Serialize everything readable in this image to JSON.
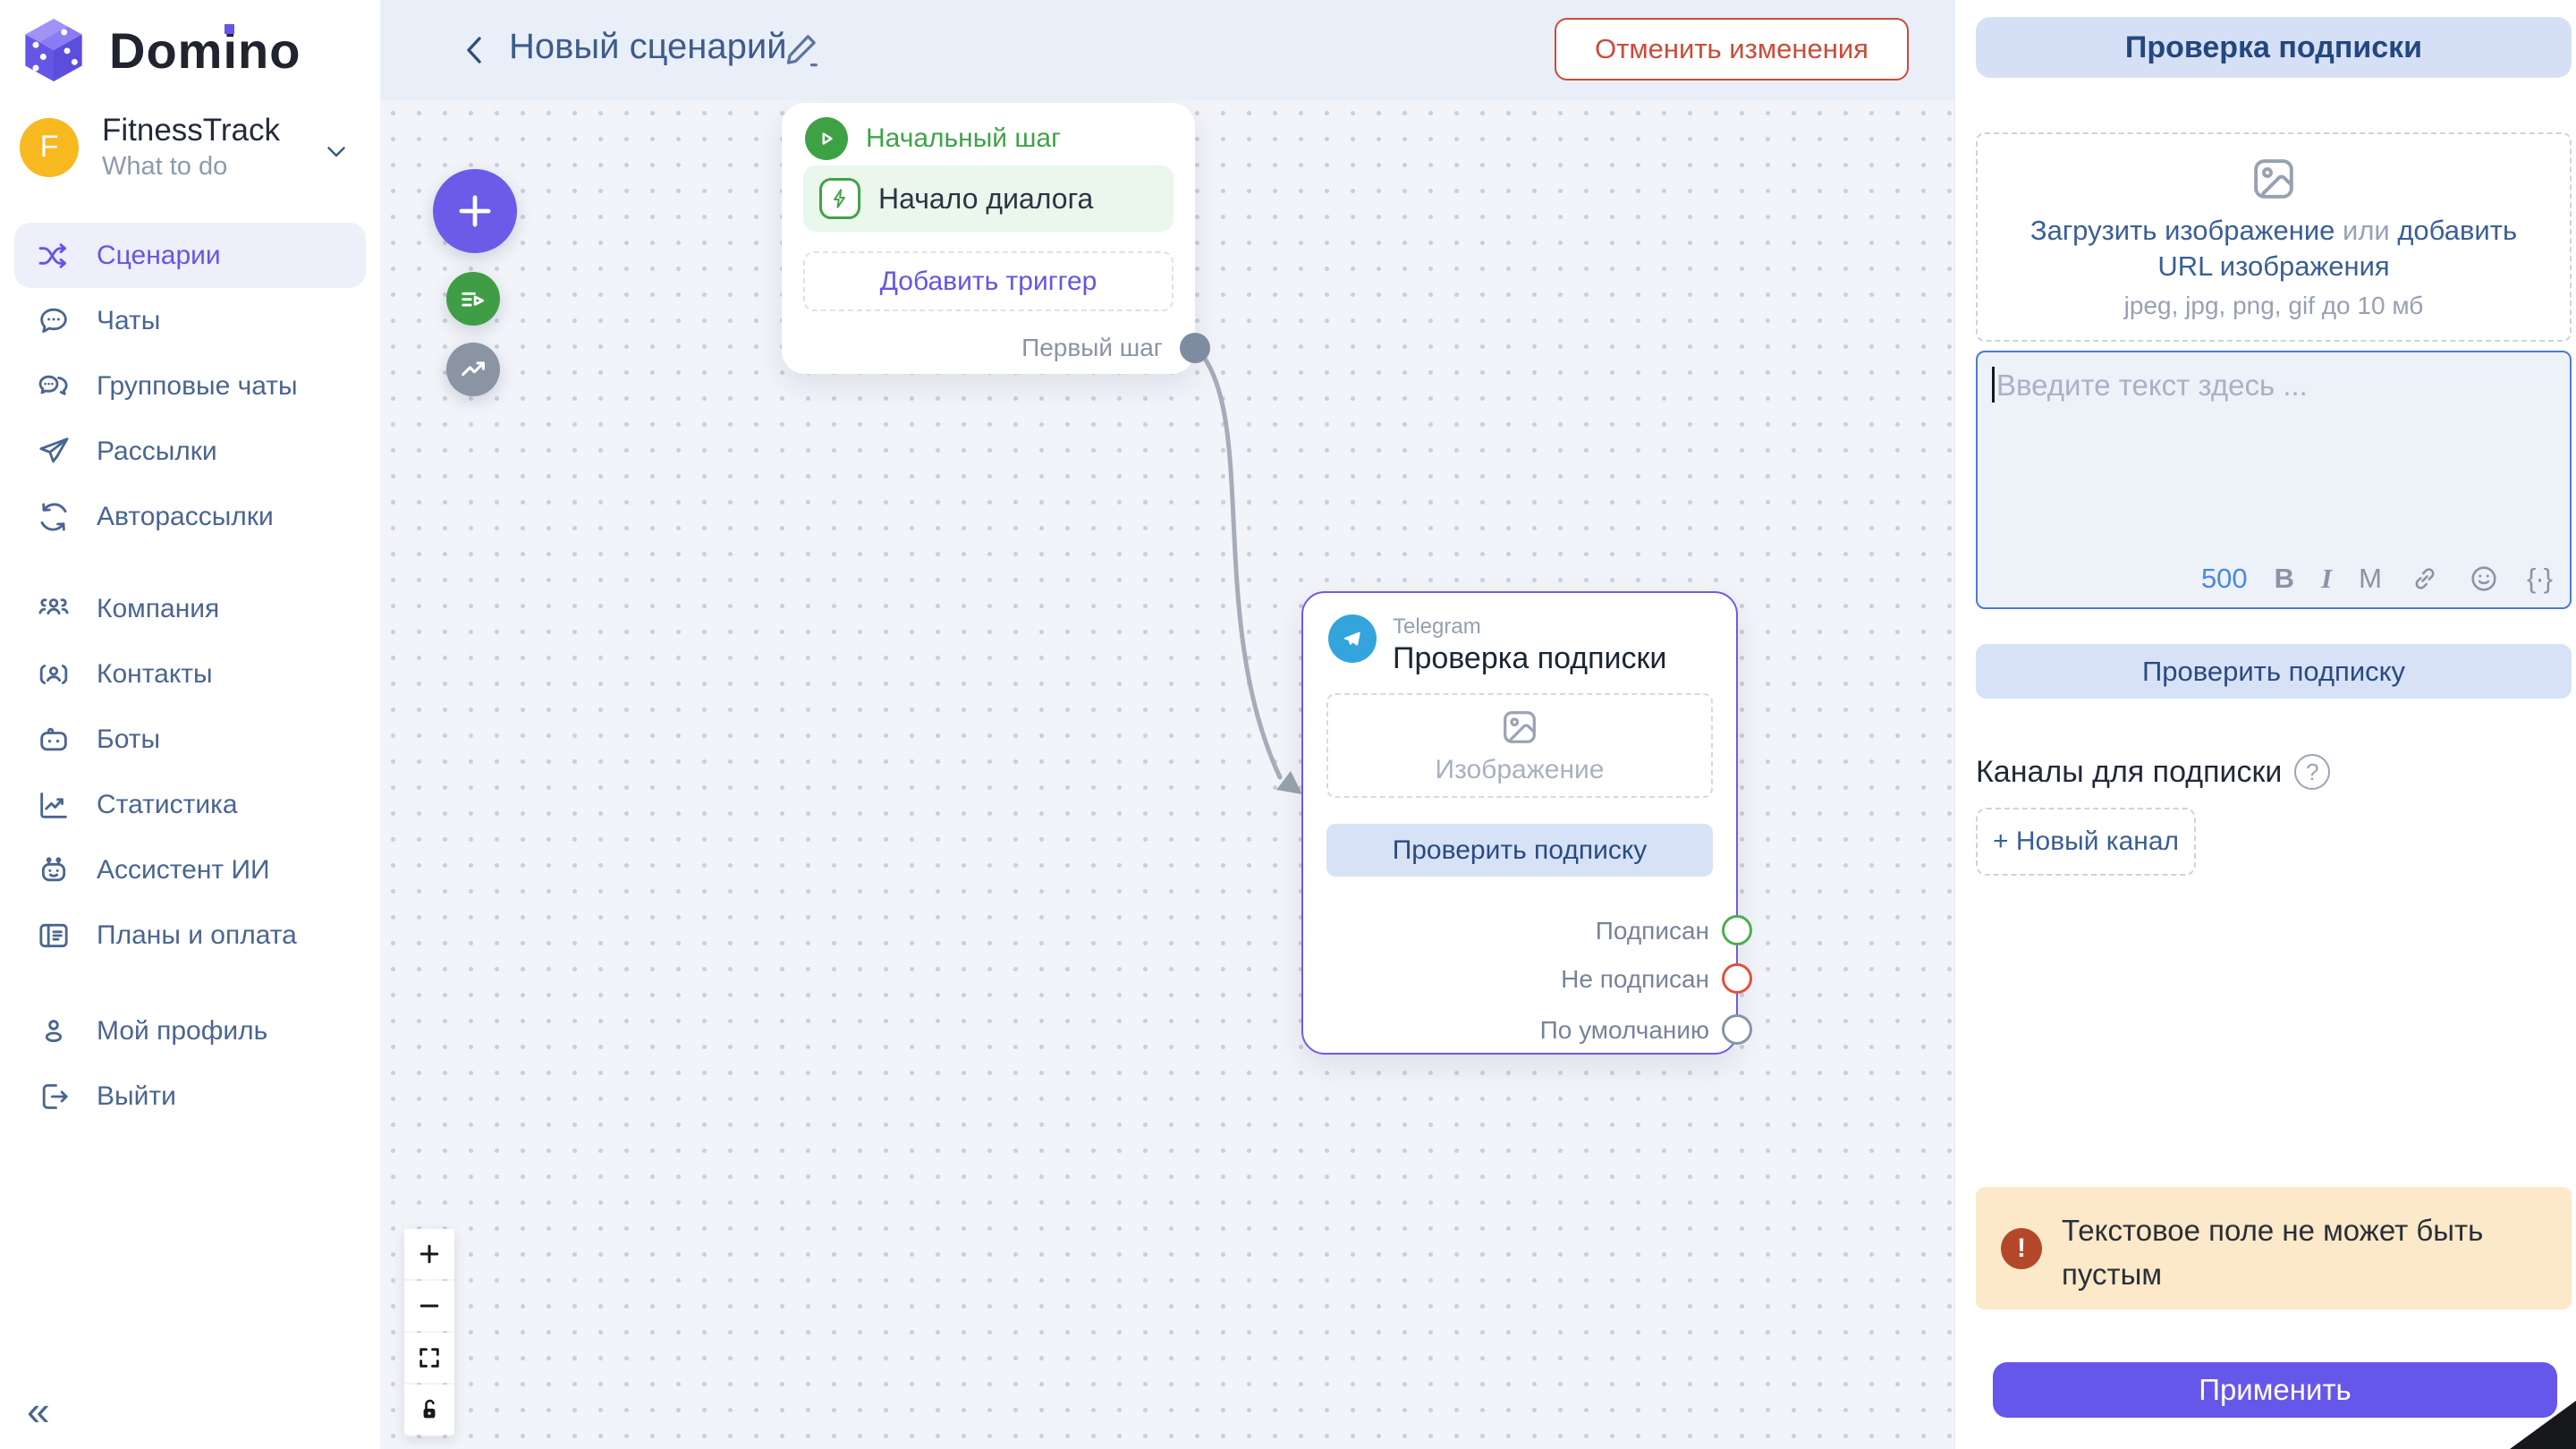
{
  "brand": {
    "name_pre": "Dom",
    "name_i": "i",
    "name_post": "no"
  },
  "workspace": {
    "initial": "F",
    "name": "FitnessTrack",
    "subtitle": "What to do"
  },
  "sidebar": {
    "items": [
      {
        "label": "Сценарии"
      },
      {
        "label": "Чаты"
      },
      {
        "label": "Групповые чаты"
      },
      {
        "label": "Рассылки"
      },
      {
        "label": "Авторассылки"
      },
      {
        "label": "Компания"
      },
      {
        "label": "Контакты"
      },
      {
        "label": "Боты"
      },
      {
        "label": "Статистика"
      },
      {
        "label": "Ассистент ИИ"
      },
      {
        "label": "Планы и оплата"
      },
      {
        "label": "Мой профиль"
      },
      {
        "label": "Выйти"
      }
    ],
    "collapse": "«"
  },
  "topbar": {
    "title": "Новый сценарий",
    "cancel_button": "Отменить изменения"
  },
  "canvas": {
    "start_node": {
      "header": "Начальный шаг",
      "trigger_item": "Начало диалога",
      "add_trigger": "Добавить триггер",
      "port_label": "Первый шаг"
    },
    "telegram_node": {
      "platform": "Telegram",
      "title": "Проверка подписки",
      "image_placeholder": "Изображение",
      "button": "Проверить подписку",
      "outputs": [
        {
          "label": "Подписан",
          "color": "#4BAE4F"
        },
        {
          "label": "Не подписан",
          "color": "#E0503F"
        },
        {
          "label": "По умолчанию",
          "color": "#8794A6"
        }
      ]
    }
  },
  "panel": {
    "title": "Проверка подписки",
    "upload": {
      "action1": "Загрузить изображение",
      "or": " или ",
      "action2": "добавить URL изображения",
      "hint": "jpeg, jpg, png, gif до 10 мб"
    },
    "editor": {
      "placeholder": "Введите текст здесь ...",
      "char_count": "500",
      "tools": {
        "bold": "B",
        "italic": "I",
        "mono": "M",
        "braces": "{·}"
      }
    },
    "check_button": "Проверить подписку",
    "channels": {
      "heading": "Каналы для подписки",
      "question": "?",
      "add_button": "+ Новый канал"
    },
    "warning": "Текстовое поле не может быть пустым",
    "apply_button": "Применить"
  },
  "colors": {
    "accent_purple": "#6456E8",
    "telegram_blue": "#34A4DC",
    "success_green": "#4BAE4F",
    "danger_red": "#E0503F",
    "cancel_red": "#CC4B38",
    "warning_bg": "#FBE9C9",
    "panel_pill_bg": "#D5E0F6"
  }
}
